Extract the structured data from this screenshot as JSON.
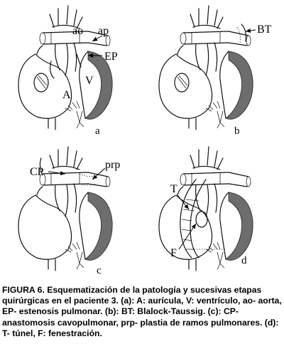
{
  "panels": {
    "a": {
      "letter": "a",
      "labels": {
        "ao": "ao",
        "ap": "ap",
        "ep": "EP",
        "v": "V",
        "a": "A"
      }
    },
    "b": {
      "letter": "b",
      "labels": {
        "bt": "BT"
      }
    },
    "c": {
      "letter": "c",
      "labels": {
        "cp": "CP",
        "prp": "prp"
      }
    },
    "d": {
      "letter": "d",
      "labels": {
        "t": "T",
        "f": "F"
      }
    }
  },
  "caption": "FIGURA 6. Esquematización de la patología y sucesivas etapas quirúrgicas en el paciente 3. (a): A: aurícula, V: ventrículo, ao- aorta, EP- estenosis pulmonar. (b): BT: Blalock-Taussig. (c): CP- anastomosis cavopulmonar, prp- plastia de ramos pulmonares. (d): T- túnel, F: fenestración."
}
